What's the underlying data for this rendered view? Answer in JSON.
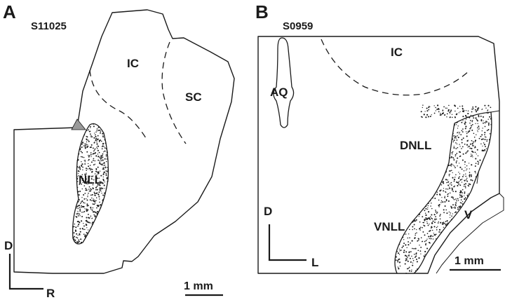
{
  "panel_a": {
    "letter": "A",
    "specimen": "S11025",
    "regions": {
      "ic": "IC",
      "sc": "SC",
      "nll": "NLL"
    },
    "orientation": {
      "dorsal": "D",
      "rostral": "R"
    },
    "scale_bar": "1 mm"
  },
  "panel_b": {
    "letter": "B",
    "specimen": "S0959",
    "regions": {
      "ic": "IC",
      "aq": "AQ",
      "dnll": "DNLL",
      "vnll": "VNLL",
      "v": "V"
    },
    "orientation": {
      "dorsal": "D",
      "lateral": "L"
    },
    "scale_bar": "1 mm"
  },
  "colors": {
    "ink": "#1a1a1a",
    "background": "#ffffff",
    "shade": "#9a9a9a"
  }
}
